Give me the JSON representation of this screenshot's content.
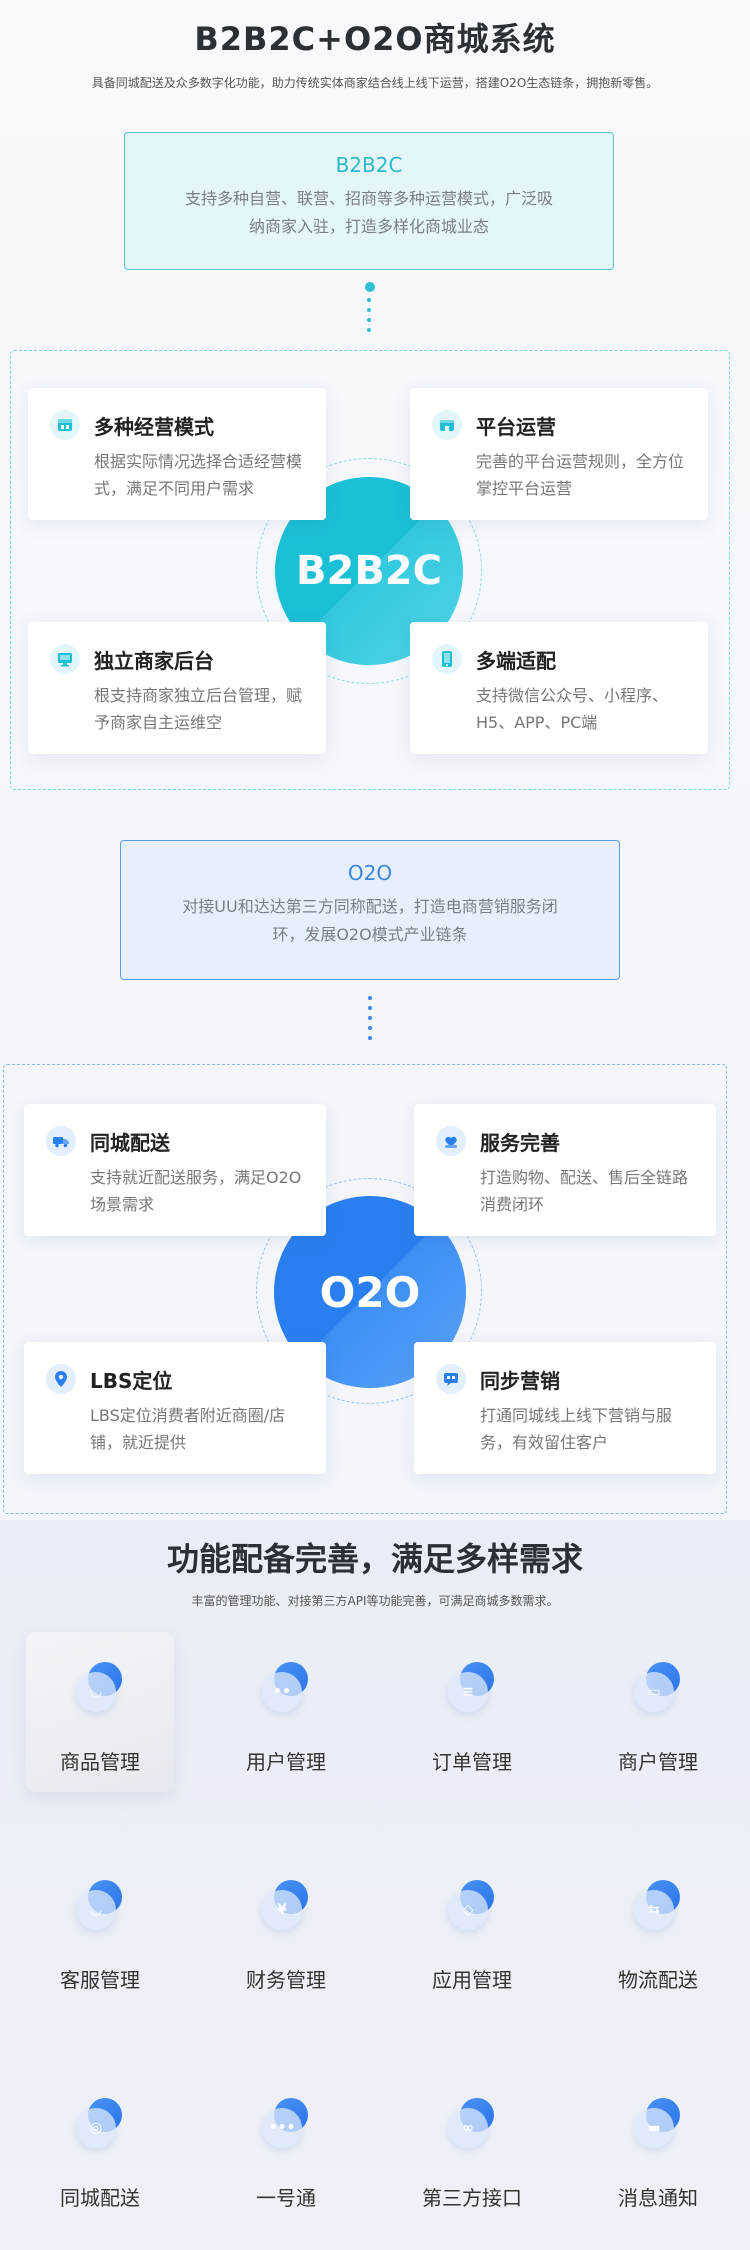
{
  "header": {
    "title": "B2B2C+O2O商城系统",
    "subtitle": "具备同城配送及众多数字化功能，助力传统实体商家结合线上线下运营，搭建O2O生态链条，拥抱新零售。"
  },
  "b2b2c": {
    "intro_title": "B2B2C",
    "intro_desc": "支持多种自营、联营、招商等多种运营模式，广泛吸纳商家入驻，打造多样化商城业态",
    "center_label": "B2B2C",
    "cards": [
      {
        "title": "多种经营模式",
        "desc": "根据实际情况选择合适经营模式，满足不同用户需求",
        "icon": "storefront-icon"
      },
      {
        "title": "平台运营",
        "desc": "完善的平台运营规则，全方位掌控平台运营",
        "icon": "shop-icon"
      },
      {
        "title": "独立商家后台",
        "desc": "根支持商家独立后台管理，赋予商家自主运维空",
        "icon": "monitor-icon"
      },
      {
        "title": "多端适配",
        "desc": "支持微信公众号、小程序、H5、APP、PC端",
        "icon": "mobile-icon"
      }
    ]
  },
  "o2o": {
    "intro_title": "O2O",
    "intro_desc": "对接UU和达达第三方同称配送，打造电商营销服务闭环，发展O2O模式产业链条",
    "center_label": "O2O",
    "cards": [
      {
        "title": "同城配送",
        "desc": "支持就近配送服务，满足O2O场景需求",
        "icon": "truck-icon"
      },
      {
        "title": "服务完善",
        "desc": "打造购物、配送、售后全链路消费闭环",
        "icon": "service-icon"
      },
      {
        "title": "LBS定位",
        "desc": "LBS定位消费者附近商圈/店铺，就近提供",
        "icon": "location-pin-icon"
      },
      {
        "title": "同步营销",
        "desc": "打通同城线上线下营销与服务，有效留住客户",
        "icon": "message-icon"
      }
    ]
  },
  "features": {
    "title": "功能配备完善，满足多样需求",
    "subtitle": "丰富的管理功能、对接第三方API等功能完善，可满足商城多数需求。",
    "items": [
      {
        "label": "商品管理",
        "icon": "product-icon",
        "glyph": "◡"
      },
      {
        "label": "用户管理",
        "icon": "user-icon",
        "glyph": "••"
      },
      {
        "label": "订单管理",
        "icon": "order-icon",
        "glyph": "≡"
      },
      {
        "label": "商户管理",
        "icon": "merchant-icon",
        "glyph": "▭"
      },
      {
        "label": "客服管理",
        "icon": "customer-service-icon",
        "glyph": "◡"
      },
      {
        "label": "财务管理",
        "icon": "finance-icon",
        "glyph": "¥"
      },
      {
        "label": "应用管理",
        "icon": "app-icon",
        "glyph": "◇"
      },
      {
        "label": "物流配送",
        "icon": "logistics-icon",
        "glyph": "⇆"
      },
      {
        "label": "同城配送",
        "icon": "local-delivery-icon",
        "glyph": "◎"
      },
      {
        "label": "一号通",
        "icon": "one-account-icon",
        "glyph": "•••"
      },
      {
        "label": "第三方接口",
        "icon": "api-link-icon",
        "glyph": "∞"
      },
      {
        "label": "消息通知",
        "icon": "notification-icon",
        "glyph": "▬"
      }
    ]
  },
  "colors": {
    "b2b2c_accent": "#1bbfd6",
    "o2o_accent": "#2a7ff0"
  }
}
